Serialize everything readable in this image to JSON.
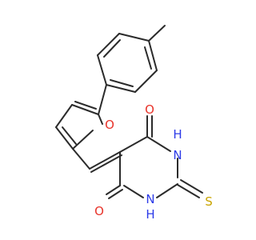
{
  "colors": {
    "bond": "#2b2b2b",
    "oxygen": "#e8342b",
    "nitrogen": "#2d3be8",
    "sulfur": "#c9a400",
    "background": "#ffffff"
  },
  "atoms": {
    "furan_o": "O",
    "carbonyl_o_top": "O",
    "carbonyl_o_bottom": "O",
    "nh_top": "H",
    "nh_top_n": "N",
    "nh_bottom": "H",
    "nh_bottom_n": "N",
    "thione_s": "S"
  }
}
